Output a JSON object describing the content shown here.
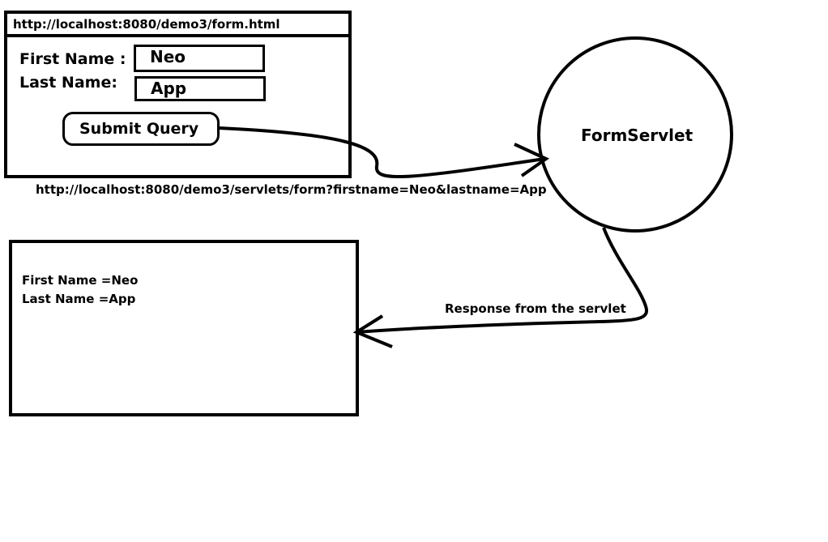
{
  "request_form": {
    "url": "http://localhost:8080/demo3/form.html",
    "first_name_label": "First Name :",
    "first_name_value": "Neo",
    "last_name_label": "Last Name:",
    "last_name_value": "App",
    "submit_label": "Submit Query"
  },
  "request_url": "http://localhost:8080/demo3/servlets/form?firstname=Neo&lastname=App",
  "servlet": {
    "name": "FormServlet"
  },
  "response_caption": "Response from the servlet",
  "response_page": {
    "line1": "First Name =Neo",
    "line2": "Last Name =App"
  }
}
